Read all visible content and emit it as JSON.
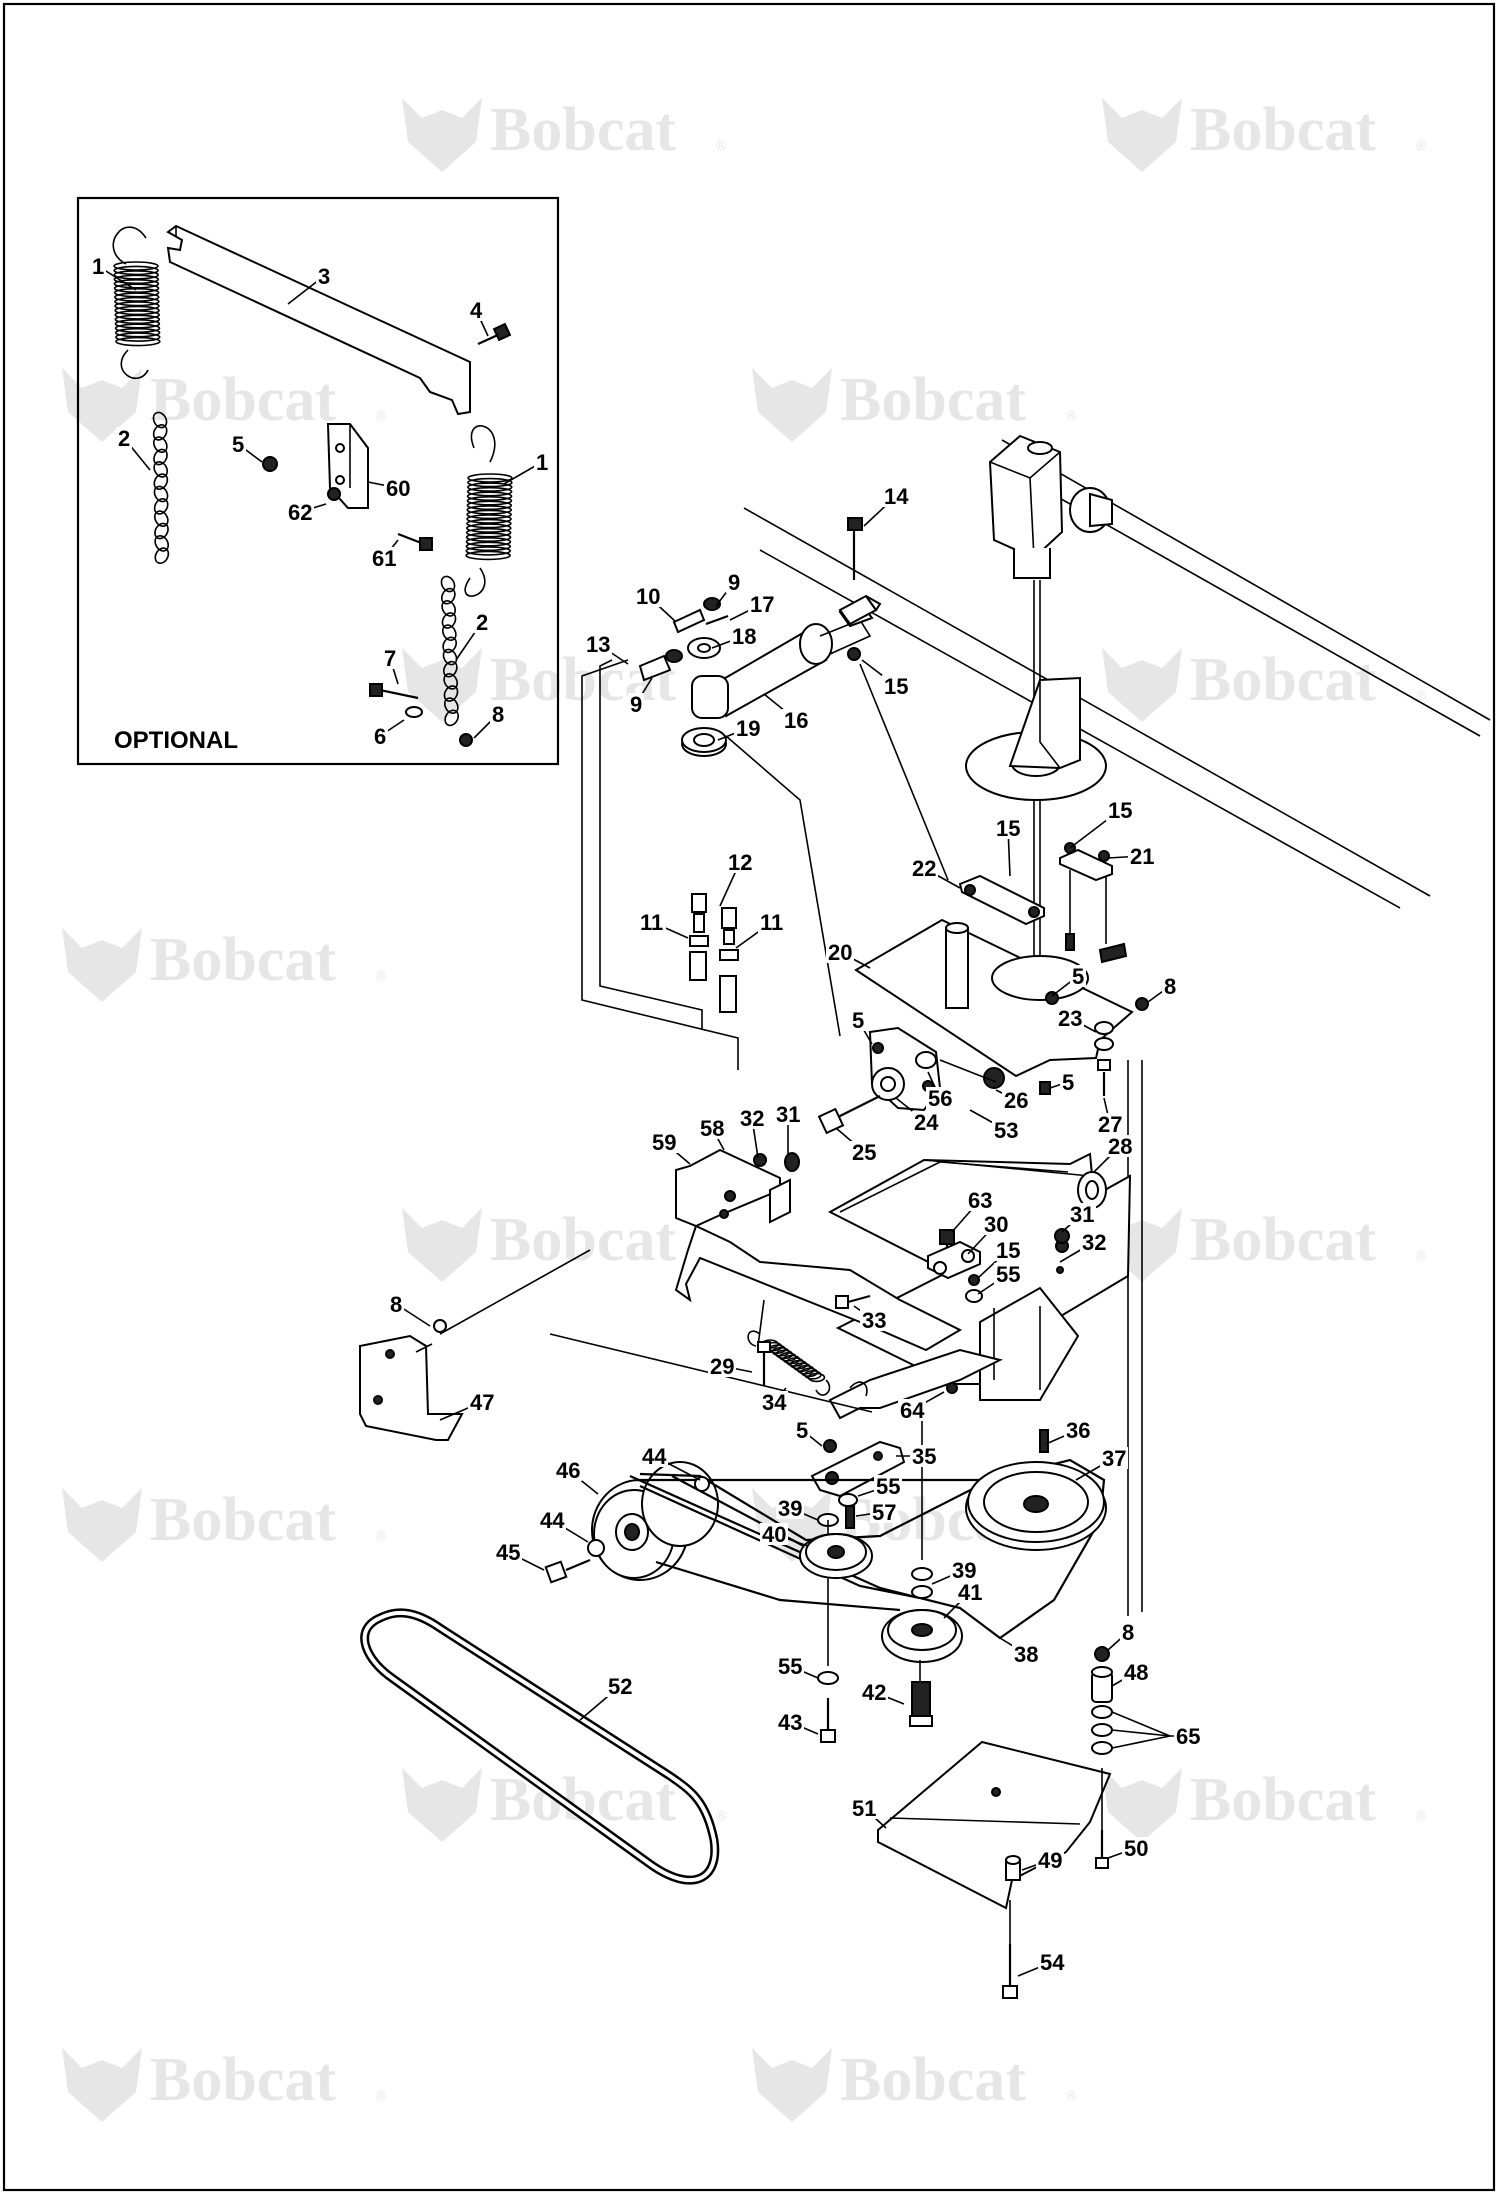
{
  "optional_box": {
    "label": "OPTIONAL"
  },
  "watermark": {
    "brand": "Bobcat",
    "mark": "®"
  },
  "callouts": [
    {
      "id": "c1a",
      "text": "1"
    },
    {
      "id": "c1b",
      "text": "1"
    },
    {
      "id": "c2a",
      "text": "2"
    },
    {
      "id": "c2b",
      "text": "2"
    },
    {
      "id": "c3",
      "text": "3"
    },
    {
      "id": "c4",
      "text": "4"
    },
    {
      "id": "c5a",
      "text": "5"
    },
    {
      "id": "c60",
      "text": "60"
    },
    {
      "id": "c62",
      "text": "62"
    },
    {
      "id": "c61",
      "text": "61"
    },
    {
      "id": "c7",
      "text": "7"
    },
    {
      "id": "c6",
      "text": "6"
    },
    {
      "id": "c8a",
      "text": "8"
    },
    {
      "id": "c14",
      "text": "14"
    },
    {
      "id": "c10",
      "text": "10"
    },
    {
      "id": "c9a",
      "text": "9"
    },
    {
      "id": "c17",
      "text": "17"
    },
    {
      "id": "c18",
      "text": "18"
    },
    {
      "id": "c13",
      "text": "13"
    },
    {
      "id": "c9b",
      "text": "9"
    },
    {
      "id": "c16",
      "text": "16"
    },
    {
      "id": "c19",
      "text": "19"
    },
    {
      "id": "c15a",
      "text": "15"
    },
    {
      "id": "c15b",
      "text": "15"
    },
    {
      "id": "c15c",
      "text": "15"
    },
    {
      "id": "c21",
      "text": "21"
    },
    {
      "id": "c22",
      "text": "22"
    },
    {
      "id": "c12",
      "text": "12"
    },
    {
      "id": "c11a",
      "text": "11"
    },
    {
      "id": "c11b",
      "text": "11"
    },
    {
      "id": "c20",
      "text": "20"
    },
    {
      "id": "c5b",
      "text": "5"
    },
    {
      "id": "c8b",
      "text": "8"
    },
    {
      "id": "c23",
      "text": "23"
    },
    {
      "id": "c5c",
      "text": "5"
    },
    {
      "id": "c56",
      "text": "56"
    },
    {
      "id": "c26",
      "text": "26"
    },
    {
      "id": "c5d",
      "text": "5"
    },
    {
      "id": "c27",
      "text": "27"
    },
    {
      "id": "c24",
      "text": "24"
    },
    {
      "id": "c53",
      "text": "53"
    },
    {
      "id": "c25",
      "text": "25"
    },
    {
      "id": "c28",
      "text": "28"
    },
    {
      "id": "c58",
      "text": "58"
    },
    {
      "id": "c32a",
      "text": "32"
    },
    {
      "id": "c31a",
      "text": "31"
    },
    {
      "id": "c59",
      "text": "59"
    },
    {
      "id": "c63",
      "text": "63"
    },
    {
      "id": "c30",
      "text": "30"
    },
    {
      "id": "c31b",
      "text": "31"
    },
    {
      "id": "c32b",
      "text": "32"
    },
    {
      "id": "c15d",
      "text": "15"
    },
    {
      "id": "c55a",
      "text": "55"
    },
    {
      "id": "c33",
      "text": "33"
    },
    {
      "id": "c8c",
      "text": "8"
    },
    {
      "id": "c29",
      "text": "29"
    },
    {
      "id": "c34",
      "text": "34"
    },
    {
      "id": "c64",
      "text": "64"
    },
    {
      "id": "c47",
      "text": "47"
    },
    {
      "id": "c5e",
      "text": "5"
    },
    {
      "id": "c35",
      "text": "35"
    },
    {
      "id": "c36",
      "text": "36"
    },
    {
      "id": "c37",
      "text": "37"
    },
    {
      "id": "c44a",
      "text": "44"
    },
    {
      "id": "c46",
      "text": "46"
    },
    {
      "id": "c55b",
      "text": "55"
    },
    {
      "id": "c39a",
      "text": "39"
    },
    {
      "id": "c57",
      "text": "57"
    },
    {
      "id": "c40",
      "text": "40"
    },
    {
      "id": "c44b",
      "text": "44"
    },
    {
      "id": "c45",
      "text": "45"
    },
    {
      "id": "c39b",
      "text": "39"
    },
    {
      "id": "c41",
      "text": "41"
    },
    {
      "id": "c38",
      "text": "38"
    },
    {
      "id": "c8d",
      "text": "8"
    },
    {
      "id": "c48",
      "text": "48"
    },
    {
      "id": "c55c",
      "text": "55"
    },
    {
      "id": "c52",
      "text": "52"
    },
    {
      "id": "c42",
      "text": "42"
    },
    {
      "id": "c43",
      "text": "43"
    },
    {
      "id": "c65",
      "text": "65"
    },
    {
      "id": "c51",
      "text": "51"
    },
    {
      "id": "c49",
      "text": "49"
    },
    {
      "id": "c50",
      "text": "50"
    },
    {
      "id": "c54",
      "text": "54"
    }
  ]
}
